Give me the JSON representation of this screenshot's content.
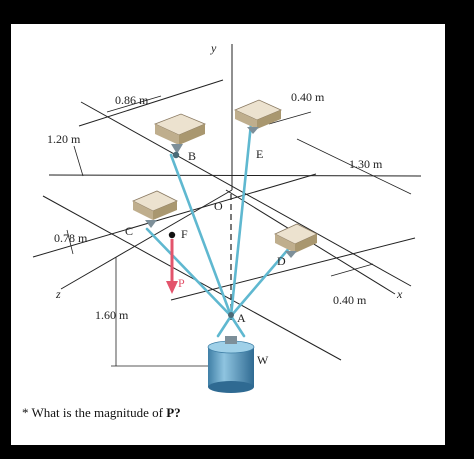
{
  "diagram": {
    "dimensions": {
      "d_086": "0.86 m",
      "d_120": "1.20 m",
      "d_078": "0.78 m",
      "d_160": "1.60 m",
      "d_040_top": "0.40 m",
      "d_130": "1.30 m",
      "d_040_bottom": "0.40 m"
    },
    "points": {
      "B": "B",
      "E": "E",
      "O": "O",
      "C": "C",
      "F": "F",
      "D": "D",
      "A": "A",
      "W": "W",
      "P": "P"
    },
    "axes": {
      "y": "y",
      "x": "x",
      "z": "z"
    },
    "colors": {
      "cable": "#5fb8d0",
      "arrow": "#e3546c",
      "pad_top": "#e9dfcb",
      "cylinder": "#6aa6c8"
    }
  },
  "question": {
    "prefix": "* What is the magnitude of ",
    "bold": "P?"
  }
}
